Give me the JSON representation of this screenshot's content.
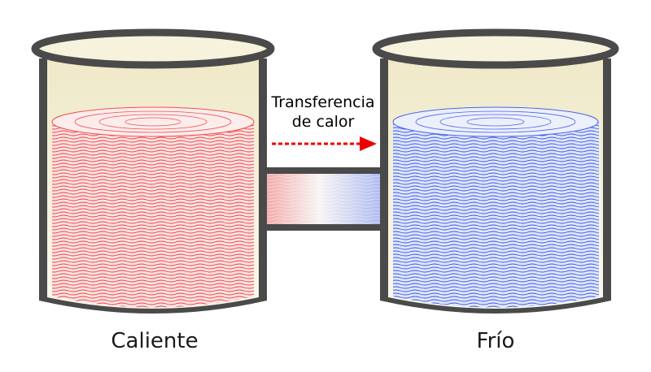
{
  "heat_transfer_label_line1": "Transferencia",
  "heat_transfer_label_line2": "de calor",
  "hot_label": "Caliente",
  "cold_label": "Frío",
  "colors": {
    "hot_water": "#f04040",
    "cold_water": "#3a5ce8",
    "arrow": "#ee0000",
    "beaker_rim": "#4a4a4a",
    "beaker_inner": "#f6f2dc"
  }
}
